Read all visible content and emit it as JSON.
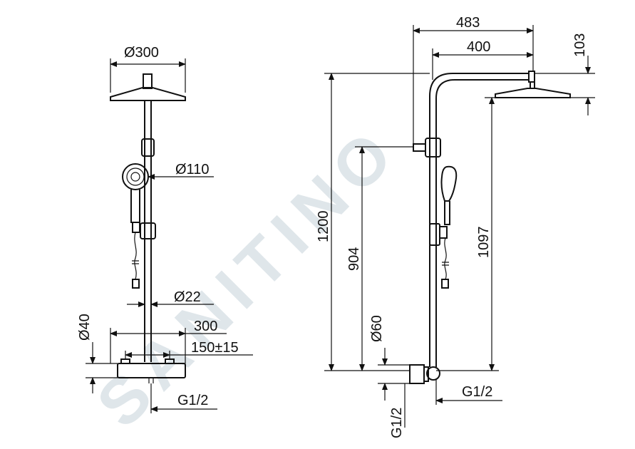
{
  "watermark": "SANITINO",
  "colors": {
    "ink": "#111111",
    "watermark": "#dfe6ea",
    "background": "#ffffff"
  },
  "front_view": {
    "head_diameter": "Ø300",
    "hand_shower_diameter": "Ø110",
    "pipe_diameter": "Ø22",
    "thermostat_height": "Ø40",
    "thermostat_width": "300",
    "outlet_spacing": "150±15",
    "inlet_thread": "G1/2"
  },
  "side_view": {
    "arm_reach": "483",
    "head_offset": "400",
    "head_drop": "103",
    "total_height": "1200",
    "holder_height": "904",
    "head_height": "1097",
    "inlet_diameter": "Ø60",
    "inlet_thread_side": "G1/2",
    "inlet_thread_bottom": "G1/2"
  }
}
